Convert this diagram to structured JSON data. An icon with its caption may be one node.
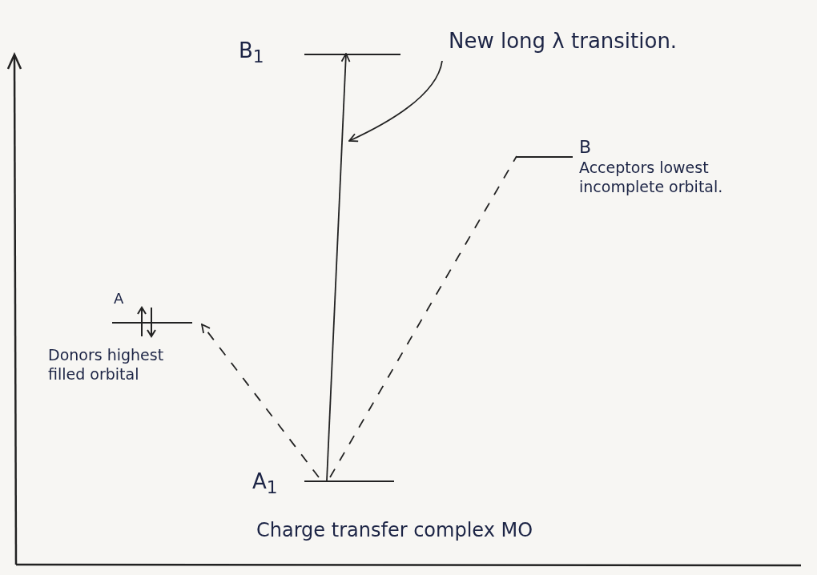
{
  "diagram": {
    "nodes": [
      {
        "text": [
          "B$_{1}$"
        ]
      },
      {
        "text": [
          "B",
          "Acceptors lowest incomplete orbital."
        ]
      },
      {
        "text": [
          "A",
          "Donors highest filled orbital"
        ]
      },
      {
        "text": [
          "A$_{1}$"
        ]
      },
      {
        "text": [
          "New long λ transition."
        ]
      }
    ],
    "edges": [
      {
        "from": 3,
        "to": 0,
        "arrow": "to"
      },
      {
        "from": 3,
        "to": 2,
        "arrow": "to",
        "style": "dashed"
      },
      {
        "from": 3,
        "to": 1,
        "arrow": "none",
        "style": "dashed"
      },
      {
        "from": 4,
        "to": null,
        "arrow": "to"
      }
    ],
    "labels": [
      "Charge transfer complex MO"
    ]
  }
}
